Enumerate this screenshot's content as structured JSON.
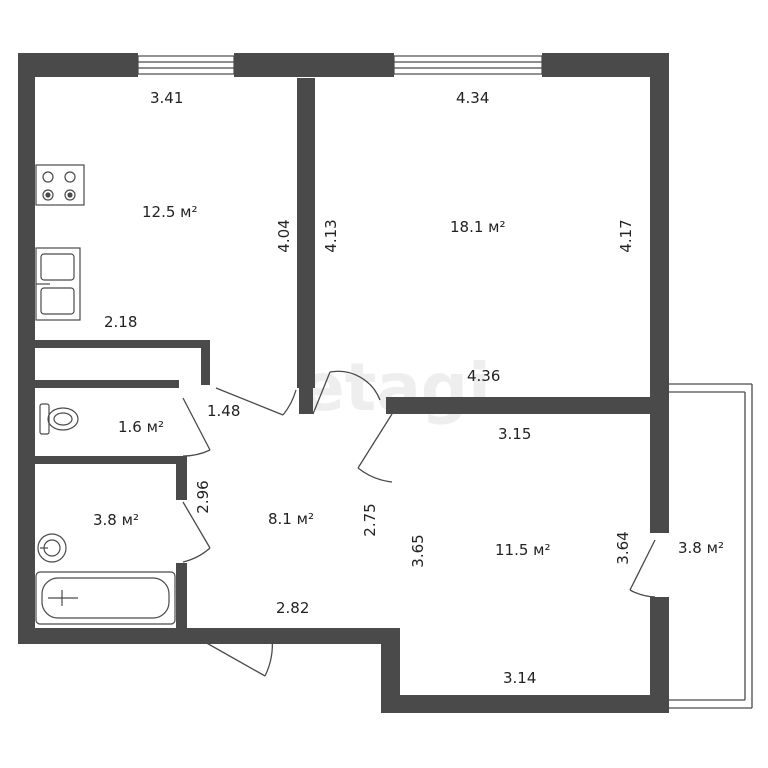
{
  "watermark": "etagi",
  "rooms": {
    "kitchen": {
      "area": "12.5 м²"
    },
    "room_large": {
      "area": "18.1 м²"
    },
    "toilet": {
      "area": "1.6 м²"
    },
    "bathroom": {
      "area": "3.8 м²"
    },
    "hall": {
      "area": "8.1 м²"
    },
    "room_small": {
      "area": "11.5 м²"
    },
    "balcony": {
      "area": "3.8 м²"
    }
  },
  "dimensions": {
    "kitchen_top": "3.41",
    "kitchen_right": "4.04",
    "kitchen_bottom": "2.18",
    "room_large_top": "4.34",
    "room_large_left": "4.13",
    "room_large_right": "4.17",
    "room_large_bottom": "4.36",
    "toilet_width": "1.48",
    "bathroom_right": "2.96",
    "hall_right": "2.75",
    "hall_bottom": "2.82",
    "room_small_top": "3.15",
    "room_small_left": "3.65",
    "room_small_right": "3.64",
    "room_small_bottom": "3.14"
  }
}
